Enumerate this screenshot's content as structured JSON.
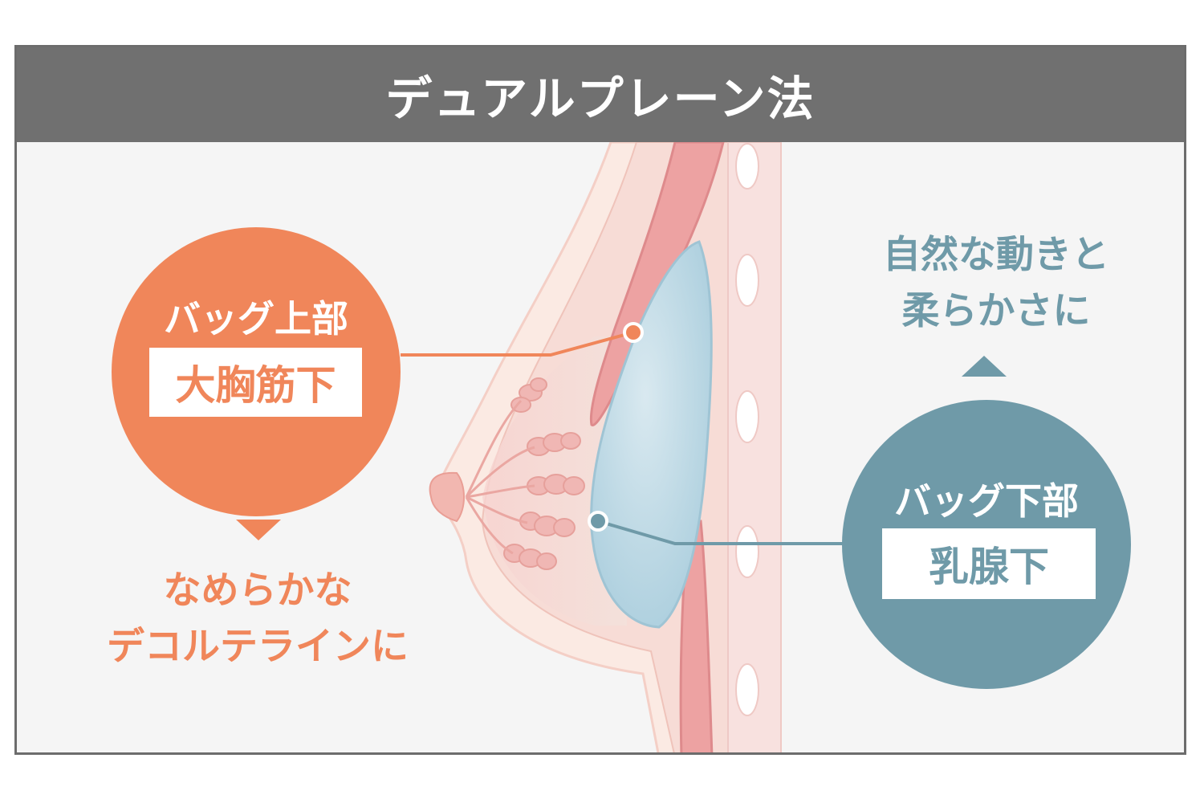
{
  "title": "デュアルプレーン法",
  "colors": {
    "header_bg": "#707070",
    "orange": "#f0865a",
    "teal": "#6f9aa8",
    "panel_bg": "#f5f5f5"
  },
  "upper_label": {
    "heading": "バッグ上部",
    "box": "大胸筋下"
  },
  "upper_caption": [
    "なめらかな",
    "デコルテラインに"
  ],
  "lower_label": {
    "heading": "バッグ下部",
    "box": "乳腺下"
  },
  "lower_caption": [
    "自然な動きと",
    "柔らかさに"
  ]
}
